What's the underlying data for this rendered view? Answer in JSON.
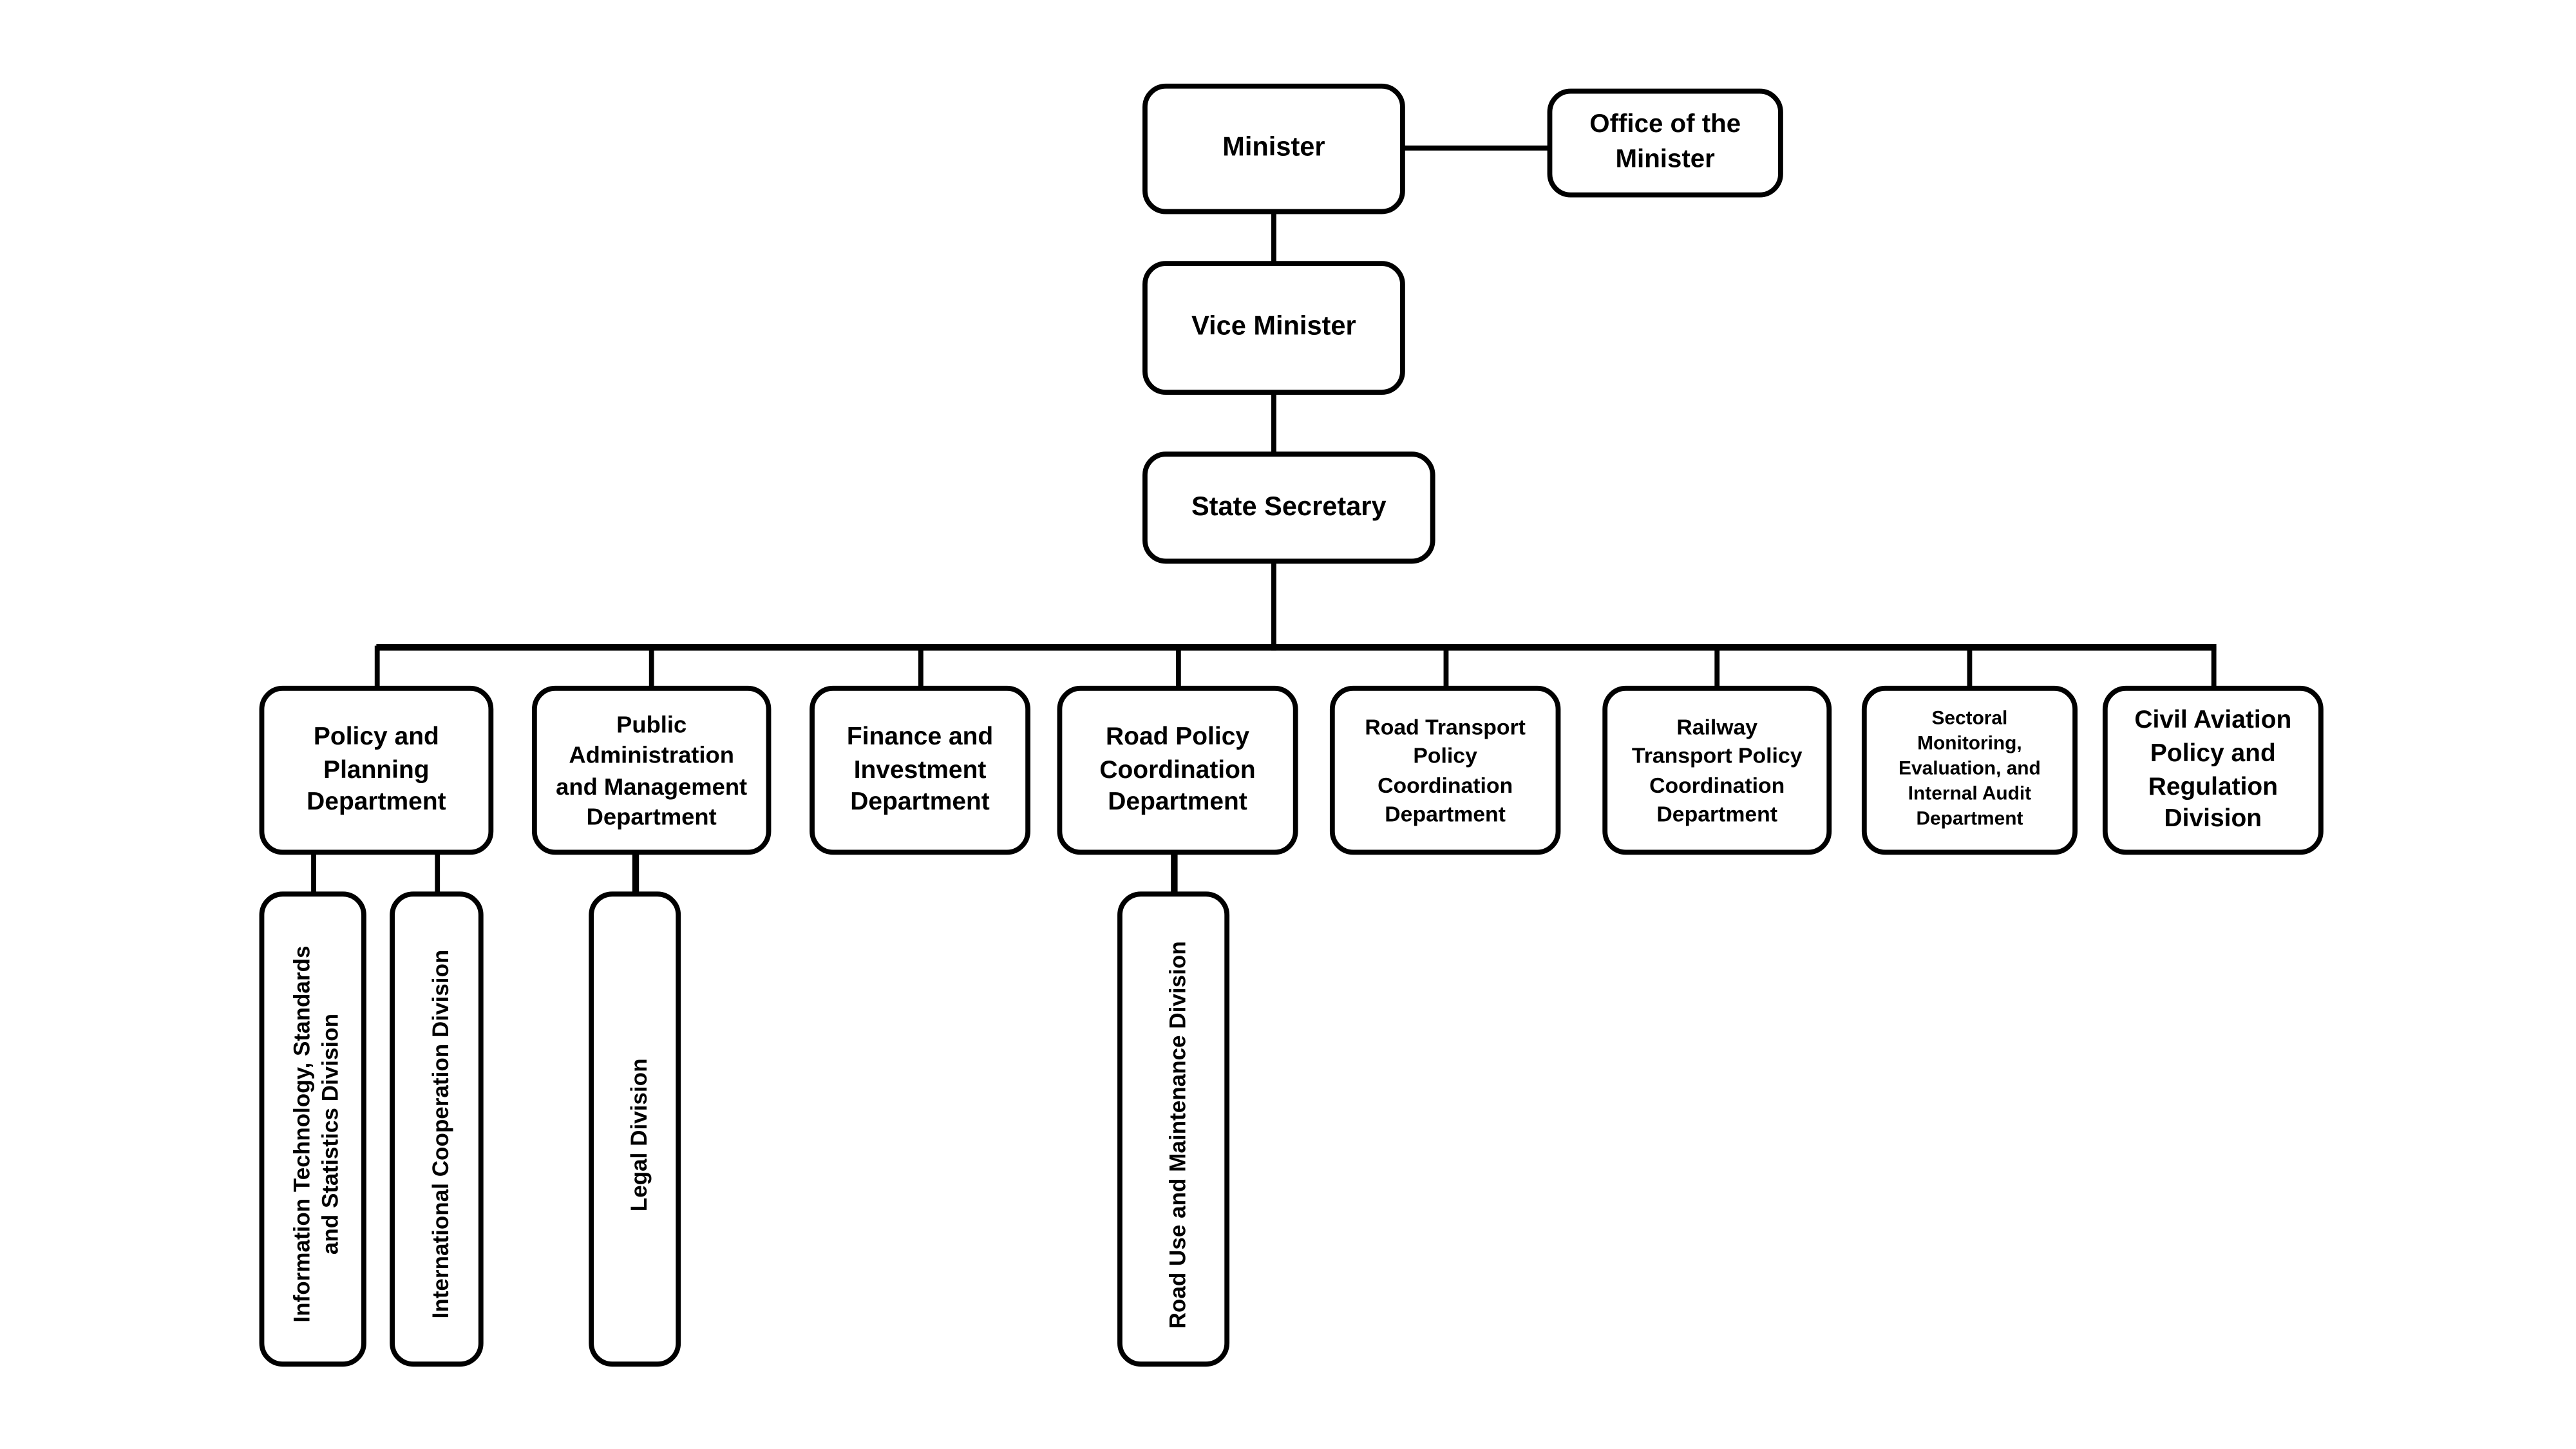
{
  "diagram": {
    "type": "org-chart",
    "background_color": "#ffffff",
    "box_fill_color": "#ffffff",
    "box_border_color": "#000000",
    "text_color": "#000000",
    "line_color": "#000000",
    "executives": {
      "minister": {
        "label": "Minister"
      },
      "office_of_the_minister": {
        "label": "Office of the\nMinister"
      },
      "vice_minister": {
        "label": "Vice Minister"
      },
      "state_secretary": {
        "label": "State Secretary"
      }
    },
    "departments": [
      {
        "label": "Policy and\nPlanning\nDepartment"
      },
      {
        "label": "Public\nAdministration\nand Management\nDepartment"
      },
      {
        "label": "Finance and\nInvestment\nDepartment"
      },
      {
        "label": "Road Policy\nCoordination\nDepartment"
      },
      {
        "label": "Road Transport\nPolicy\nCoordination\nDepartment"
      },
      {
        "label": "Railway\nTransport Policy\nCoordination\nDepartment"
      },
      {
        "label": "Sectoral\nMonitoring,\nEvaluation, and\nInternal Audit\nDepartment"
      },
      {
        "label": "Civil Aviation\nPolicy and\nRegulation\nDivision"
      }
    ],
    "divisions": [
      {
        "label": "Information Technology, Standards\nand Statistics Division",
        "parent": "Policy and Planning Department"
      },
      {
        "label": "International Cooperation Division",
        "parent": "Policy and Planning Department"
      },
      {
        "label": "Legal Division",
        "parent": "Public Administration and Management Department"
      },
      {
        "label": "Road Use and Maintenance Division",
        "parent": "Road Policy Coordination Department"
      }
    ]
  }
}
